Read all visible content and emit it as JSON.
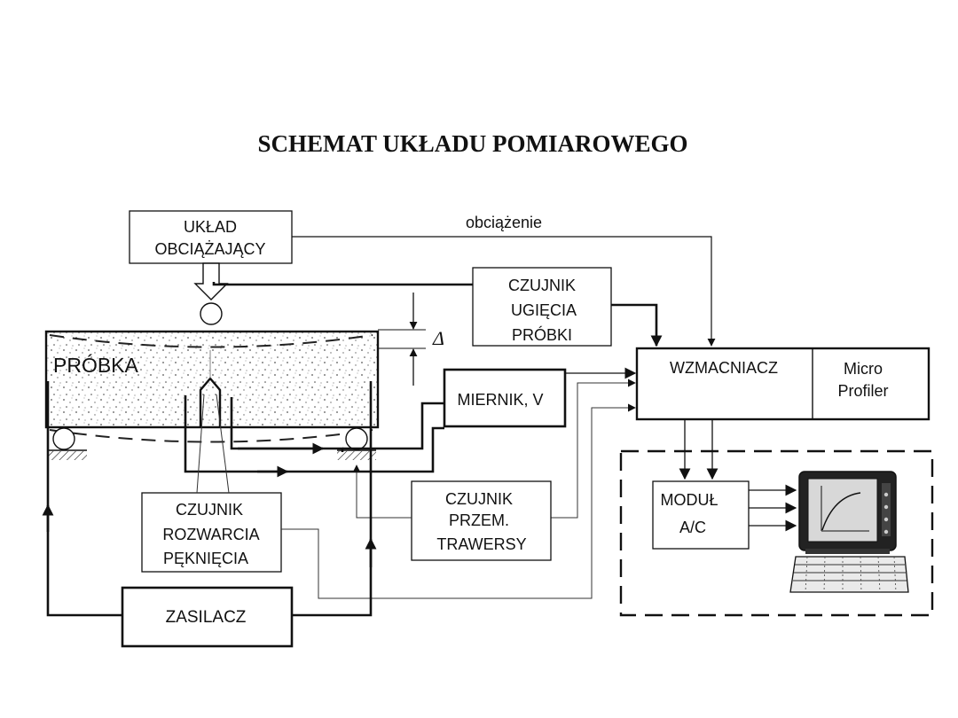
{
  "title": "SCHEMAT UKŁADU POMIAROWEGO",
  "labels": {
    "load_line": "obciążenie",
    "delta": "Δ"
  },
  "blocks": {
    "loading_system": [
      "UKŁAD",
      "OBCIĄŻAJĄCY"
    ],
    "deflection_sensor": [
      "CZUJNIK",
      "UGIĘCIA",
      "PRÓBKI"
    ],
    "sample": "PRÓBKA",
    "meter": "MIERNIK, V",
    "amplifier": "WZMACNIACZ",
    "micro_profiler": [
      "Micro",
      "Profiler"
    ],
    "crosshead_sensor": [
      "CZUJNIK",
      "PRZEM.",
      "TRAWERSY"
    ],
    "crack_sensor": [
      "CZUJNIK",
      "ROZWARCIA",
      "PĘKNIĘCIA"
    ],
    "ad_module": [
      "MODUŁ",
      "A/C"
    ],
    "power_supply": "ZASILACZ"
  },
  "colors": {
    "line": "#111111",
    "thin_line": "#333333",
    "background": "#ffffff",
    "screen": "#d8d8d8"
  },
  "icons": [
    "computer-icon",
    "monitor-icon",
    "keyboard-icon"
  ]
}
